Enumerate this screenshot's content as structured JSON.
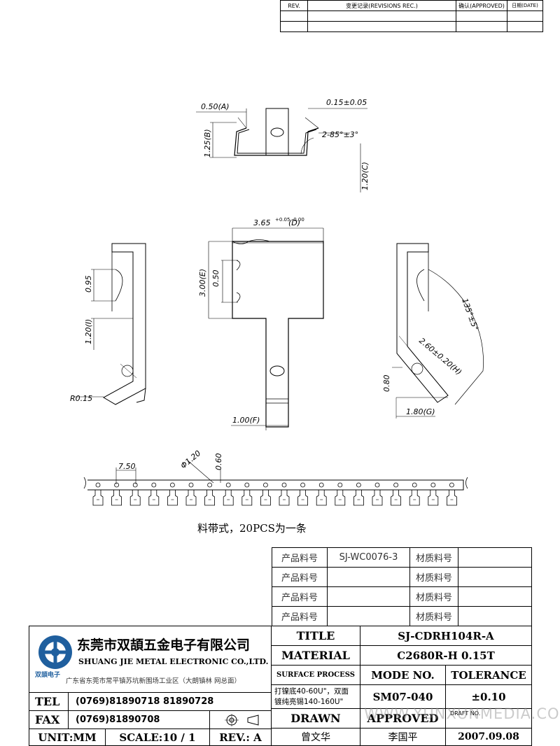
{
  "revision_table": {
    "headers": [
      "REV.",
      "变更记录(REVISIONS REC.)",
      "确认(APPROVED)",
      "日期(DATE)"
    ]
  },
  "dimensions": {
    "d1": "0.50(A)",
    "d2": "0.15±0.05",
    "d3": "1.25(B)",
    "d4": "2-85°±3°",
    "d5": "1.20(C)",
    "d6": "3.65",
    "d6_tol": "+0.05 -0.00",
    "d6_ref": "(D)",
    "d7": "3.00(E)",
    "d8": "0.50",
    "d9": "1.00(F)",
    "d10": "0.95",
    "d11": "1.20(I)",
    "d12": "R0.15",
    "d13": "135°±5°",
    "d14": "2.60±0.20(H)",
    "d15": "0.80",
    "d16": "1.80(G)",
    "d17": "7.50",
    "d18": "Φ1.20",
    "d19": "0.60"
  },
  "reel_note": "料带式，20PCS为一条",
  "parts_table": [
    {
      "label": "产品料号",
      "value": "SJ-WC0076-3",
      "material_label": "材质料号",
      "material_value": ""
    },
    {
      "label": "产品料号",
      "value": "",
      "material_label": "材质料号",
      "material_value": ""
    },
    {
      "label": "产品料号",
      "value": "",
      "material_label": "材质料号",
      "material_value": ""
    },
    {
      "label": "产品料号",
      "value": "",
      "material_label": "材质料号",
      "material_value": ""
    }
  ],
  "company": {
    "name_cn": "东莞市双頡五金电子有限公司",
    "name_en": "SHUANG JIE METAL ELECTRONIC CO.,LTD.",
    "address": "广东省东莞市常平镇苏坑新围场工业区（大朗镇林 网总面）",
    "logo_text": "双頡电子"
  },
  "contact": {
    "tel_label": "TEL",
    "tel_value": "(0769)81890718  81890728",
    "fax_label": "FAX",
    "fax_value": "(0769)81890708"
  },
  "footer": {
    "unit": "UNIT:MM",
    "scale": "SCALE:10 / 1",
    "rev": "REV.: A"
  },
  "title_block": {
    "title_label": "TITLE",
    "title_value": "SJ-CDRH104R-A",
    "material_label": "MATERIAL",
    "material_value": "C2680R-H  0.15T",
    "surface_label": "SURFACE PROCESS",
    "surface_line1": "打镍底40-60U\"，双面",
    "surface_line2": "镀纯亮锡140-160U\"",
    "mode_label": "MODE NO.",
    "mode_value": "SM07-040",
    "tolerance_label": "TOLERANCE",
    "tolerance_value": "±0.10",
    "drawn_label": "DRAWN",
    "drawn_value": "曾文华",
    "approved_label": "APPROVED",
    "approved_value": "李国平",
    "date_value": "2007.09.08",
    "draft_label": "DRAFT NO."
  },
  "watermark": "WWW.YUNXUNMEDIA.COM"
}
